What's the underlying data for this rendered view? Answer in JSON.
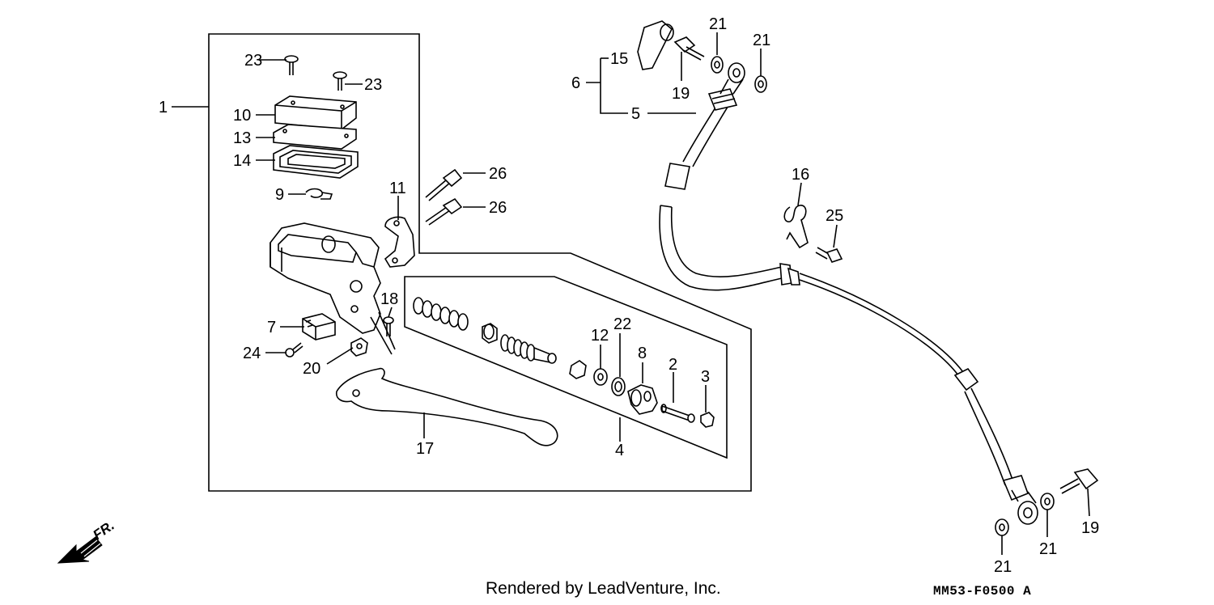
{
  "diagram": {
    "callouts": {
      "p1": "1",
      "p2": "2",
      "p3": "3",
      "p4": "4",
      "p5": "5",
      "p6": "6",
      "p7": "7",
      "p8": "8",
      "p9": "9",
      "p10": "10",
      "p11": "11",
      "p12": "12",
      "p13": "13",
      "p14": "14",
      "p15": "15",
      "p16": "16",
      "p17": "17",
      "p18": "18",
      "p19a": "19",
      "p19b": "19",
      "p20": "20",
      "p21a": "21",
      "p21b": "21",
      "p21c": "21",
      "p21d": "21",
      "p22": "22",
      "p23a": "23",
      "p23b": "23",
      "p24": "24",
      "p25": "25",
      "p26a": "26",
      "p26b": "26"
    },
    "direction_label": "FR.",
    "footer_text": "Rendered by LeadVenture, Inc.",
    "diagram_code": "MM53-F0500 A"
  }
}
